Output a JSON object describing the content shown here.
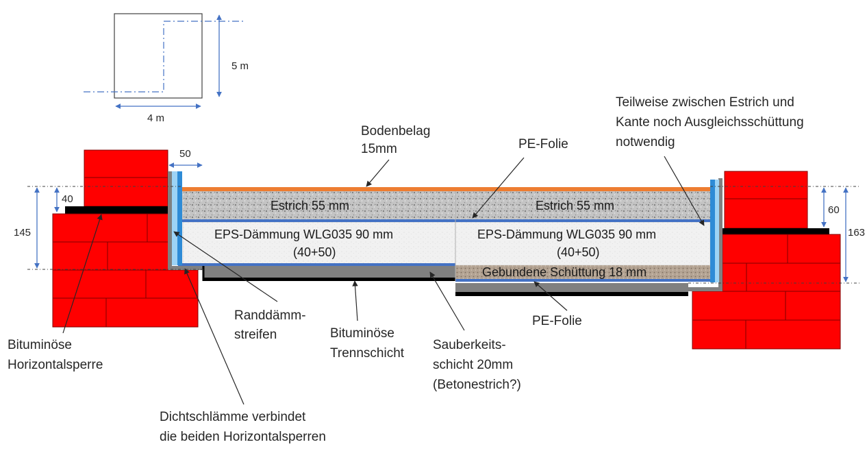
{
  "plan": {
    "width_label": "4 m",
    "height_label": "5 m"
  },
  "dimensions": {
    "left_top_width": "50",
    "left_small": "40",
    "left_total": "145",
    "right_small": "60",
    "right_total": "163"
  },
  "layers": {
    "screed_left": "Estrich 55 mm",
    "screed_right": "Estrich 55 mm",
    "insulation_left_line1": "EPS-Dämmung WLG035 90 mm",
    "insulation_left_line2": "(40+50)",
    "insulation_right_line1": "EPS-Dämmung WLG035 90 mm",
    "insulation_right_line2": "(40+50)",
    "fill_right": "Gebundene Schüttung 18 mm"
  },
  "callouts": {
    "floor_covering_line1": "Bodenbelag",
    "floor_covering_line2": "15mm",
    "pe_film_top": "PE-Folie",
    "pe_film_bottom": "PE-Folie",
    "note_line1": "Teilweise zwischen Estrich und",
    "note_line2": "Kante noch Ausgleichsschüttung",
    "note_line3": "notwendig",
    "edge_strip_line1": "Randdämm-",
    "edge_strip_line2": "streifen",
    "bitumen_layer_line1": "Bituminöse",
    "bitumen_layer_line2": "Trennschicht",
    "blinding_line1": "Sauberkeits-",
    "blinding_line2": "schicht 20mm",
    "blinding_line3": "(Betonestrich?)",
    "horizontal_barrier_line1": "Bituminöse",
    "horizontal_barrier_line2": "Horizontalsperre",
    "slurry_line1": "Dichtschlämme verbindet",
    "slurry_line2": "die beiden Horizontalsperren"
  },
  "colors": {
    "brick": "#ff0000",
    "mortar": "#7f0000",
    "bitumen": "#000000",
    "pe_film": "#4472c4",
    "edge_strip": "#2e8bd6",
    "floor_covering": "#ed7d31",
    "screed": "#b8b8b8",
    "insulation": "#efefef",
    "fill": "#b0a090",
    "blinding": "#808080",
    "dimension": "#4472c4"
  }
}
